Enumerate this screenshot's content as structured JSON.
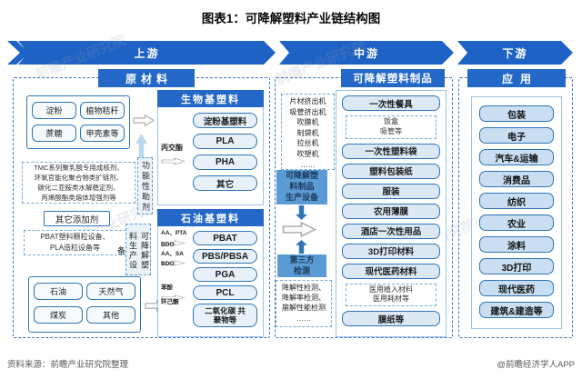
{
  "title": "图表1：可降解塑料产业链结构图",
  "banner": {
    "upstream": "上游",
    "midstream": "中游",
    "downstream": "下游"
  },
  "upstream": {
    "header": "原材料",
    "bio_sources": [
      "淀粉",
      "植物秸秆",
      "蔗糖",
      "甲壳素等"
    ],
    "additives_detail": [
      "TMC系列聚乳酸专用成核剂、",
      "环氧官能化聚合物类扩链剂、",
      "碳化二亚胺类水解稳定剂、",
      "丙烯酸酯类熔体增强剂等"
    ],
    "functional_additives": "功能性助剂",
    "other_additives": "其它添加剂",
    "equipment_detail": [
      "PBAT塑料颗粒设备、",
      "PLA造粒设备等"
    ],
    "production_equipment": "可降解塑料生产设备",
    "fossil_sources": [
      "石油",
      "天然气",
      "煤炭",
      "其他"
    ]
  },
  "bio_plastics": {
    "header": "生物基塑料",
    "items": [
      "淀粉基塑料",
      "PLA",
      "PHA",
      "其它"
    ],
    "pla_precursor": "丙交酯"
  },
  "petro_plastics": {
    "header": "石油基塑料",
    "items": [
      "PBAT",
      "PBS/PBSA",
      "PGA",
      "PCL",
      "二氧化碳 共聚物等"
    ],
    "pbat_precursors": [
      "AA、PTA",
      "BDO"
    ],
    "pbs_precursors": [
      "AA、SA",
      "BDO"
    ],
    "pcl_precursors": [
      "苯酚",
      "环己酮"
    ]
  },
  "midstream": {
    "header": "可降解塑料制品",
    "equipment_list": [
      "片材挤出机",
      "吸管挤出机",
      "吹膜机",
      "制袋机",
      "拉丝机",
      "吹塑机",
      "……"
    ],
    "equipment_box_lines": [
      "可降解塑",
      "料制品",
      "生产设备"
    ],
    "third_party_lines": [
      "第三方",
      "检测"
    ],
    "testing_list": [
      "降解性检测、",
      "降解率检测、",
      "崩解性能检测",
      "……"
    ],
    "products": [
      {
        "label": "一次性餐具",
        "sub": [
          "饭盒",
          "吸管等"
        ]
      },
      {
        "label": "一次性塑料袋"
      },
      {
        "label": "塑料包装纸"
      },
      {
        "label": "服装"
      },
      {
        "label": "农用薄膜"
      },
      {
        "label": "酒店一次性用品"
      },
      {
        "label": "3D打印材料"
      },
      {
        "label": "现代医药材料",
        "sub": [
          "医用植入材料",
          "医用耗材等"
        ]
      },
      {
        "label": "膜纸等"
      }
    ]
  },
  "downstream": {
    "header": "应用",
    "items": [
      "包装",
      "电子",
      "汽车&运输",
      "消费品",
      "纺织",
      "农业",
      "涂料",
      "3D打印",
      "现代医药",
      "建筑&建造等"
    ]
  },
  "footer": {
    "source": "资料来源：前瞻产业研究院整理",
    "credit": "@前瞻经济学人APP"
  },
  "watermark": "前瞻产业研究院",
  "colors": {
    "banner_blue": "#1E62C5",
    "header_blue": "#2368C6",
    "mid_blue": "#5B9BD5",
    "item_fill": "#DCE9F5",
    "item_border": "#2E75B6",
    "arrow_light": "#BDD7EE",
    "arrow_dark": "#2E75B6"
  }
}
